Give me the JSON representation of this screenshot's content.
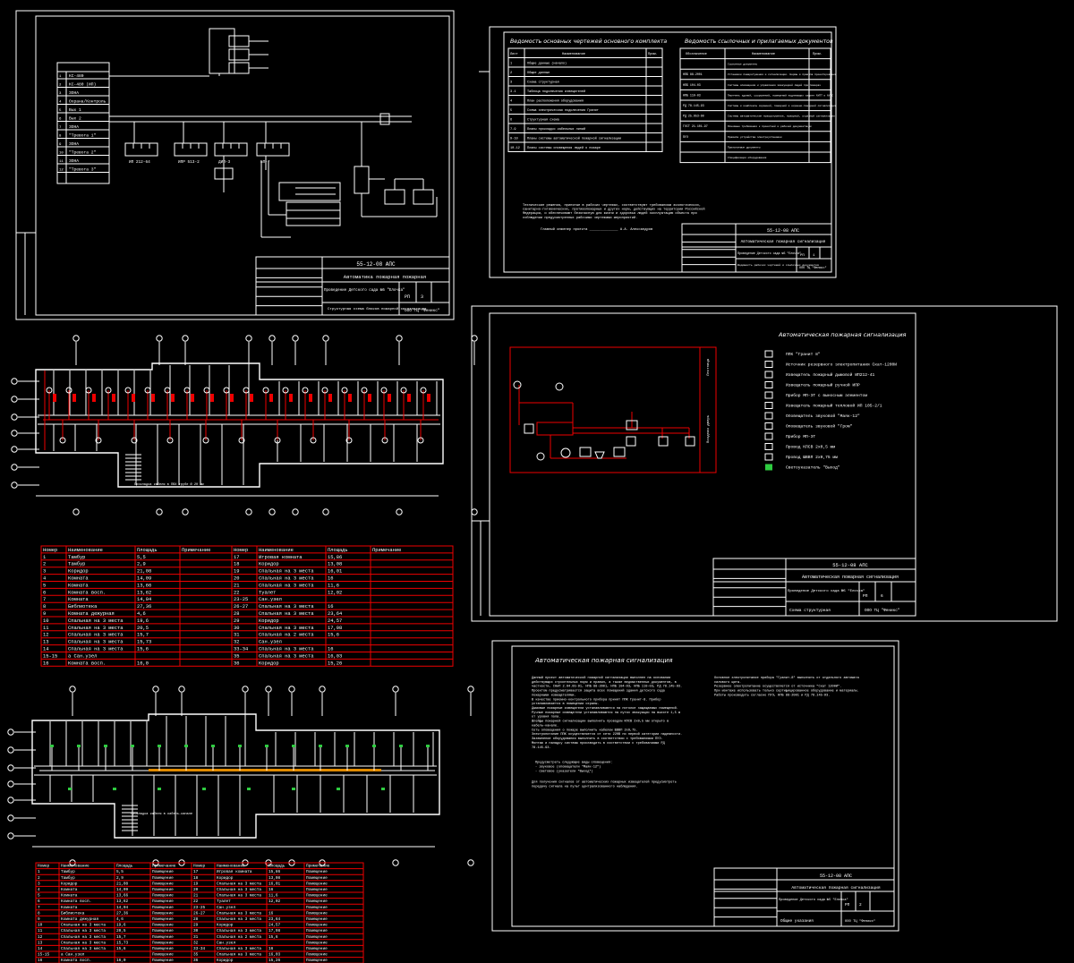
{
  "sheets": {
    "scheme": {
      "code": "55-12-08 АПС",
      "title": "Автоматика пожарная пожарная",
      "object": "Проведение Детского сада №5 \"Елочка\"",
      "sheet_name": "Структурная схема блоков пожарной сигнализации",
      "org": "ООО ТЦ \"Феникс\"",
      "stage": "РП",
      "sheet": "3",
      "panel_lines": [
        "КС-480",
        "КС-480 (ИП)",
        "ЗОНА",
        "Охрана/Контроль",
        "Вых 1",
        "Вых 2",
        "ЗОНА",
        "\"Тревога 1\"",
        "ЗОНА",
        "\"Тревога 2\"",
        "ЗОНА",
        "\"Тревога 3\""
      ],
      "device_labels": [
        "ИП 212-64",
        "ИПР 513-2",
        "ДИП-3",
        "БП-7"
      ]
    },
    "docs": {
      "left_title": "Ведомость основных чертежей основного комплекта",
      "right_title": "Ведомость ссылочных и прилагаемых документов",
      "left_header": [
        "Лист",
        "Наименование",
        "Прим."
      ],
      "left_rows": [
        [
          "1",
          "Общие данные (начало)"
        ],
        [
          "2",
          "Общие данные"
        ],
        [
          "3",
          "Схема структурная"
        ],
        [
          "3.1",
          "Таблица подключения извещателей"
        ],
        [
          "4",
          "План расположения оборудования"
        ],
        [
          "5",
          "Схема электрическая подключения Гранит"
        ],
        [
          "6",
          "Структурная схема"
        ],
        [
          "7-9",
          "Планы прокладки кабельных линий"
        ],
        [
          "9-10",
          "Планы системы автоматической пожарной сигнализации"
        ],
        [
          "10-12",
          "Планы системы оповещения людей о пожаре"
        ]
      ],
      "right_header": [
        "Обозначение",
        "Наименование",
        "Прим."
      ],
      "right_rows": [
        [
          "",
          "Ссылочные документы"
        ],
        [
          "НПБ 88-2001",
          "Установки пожаротушения и сигнализации. Нормы и правила проектирования"
        ],
        [
          "НПБ 104-03",
          "Системы оповещения и управления эвакуацией людей при пожарах"
        ],
        [
          "НПБ 110-03",
          "Перечень зданий, сооружений, помещений подлежащих защите АУПТ и АУПС"
        ],
        [
          "РД 78.145-93",
          "Системы и комплексы охранной, пожарной и охранно-пожарной сигнализации"
        ],
        [
          "РД 25.953-90",
          "Системы автоматические пожаротушения, пожарной, охранной сигнализации"
        ],
        [
          "ГОСТ 21.101-97",
          "Основные требования к проектной и рабочей документации"
        ],
        [
          "ПУЭ",
          "Правила устройства электроустановок"
        ],
        [
          "",
          "Прилагаемые документы"
        ],
        [
          "",
          "Спецификация оборудования"
        ]
      ],
      "note": "Технические решения, принятые в рабочих чертежах, соответствуют требованиям экологических, санитарно-гигиенических, противопожарных и других норм, действующих на территории Российской Федерации, и обеспечивают безопасную для жизни и здоровья людей эксплуатацию объекта при соблюдении предусмотренных рабочими чертежами мероприятий.",
      "signature": "Главный инженер проекта ______________ А.А. Александров",
      "code": "55-12-08 АПС",
      "title": "Автоматическая пожарная сигнализация",
      "object": "Проведение Детского сада №5 \"Елочка\"",
      "sheet_name": "Ведомость рабочих чертежей и ссылочных документов",
      "org": "ООО ТЦ \"Феникс\"",
      "stage": "РП",
      "sheet": "1"
    },
    "legend": {
      "title": "Автоматическая пожарная сигнализация",
      "items": [
        "ППК \"Гранит 8\"",
        "Источник резервного электропитания Скат-1200И",
        "Извещатель пожарный дымовой ИП212-41",
        "Извещатель пожарный ручной ИПР",
        "Прибор МП-ЭТ с выносным элементом",
        "Извещатель пожарный тепловой ИП 105-2/1",
        "Оповещатель звуковой \"Маяк-12\"",
        "Оповещатель звуковой \"Гром\"",
        "Прибор МП-ЭТ",
        "Провод КПСВ 2х0,5 мм",
        "Провод ШВВП 2х0,75 мм",
        "Светоуказатель \"Выход\""
      ],
      "side_texts": [
        "Лестница",
        "Входная дверь"
      ],
      "code": "55-12-08 АПС",
      "object": "Проведение Детского сада №5 \"Елочка\"",
      "sheet_name": "Схема структурная",
      "org": "ООО ТЦ \"Феникс\"",
      "stage": "РП",
      "sheet": "6"
    },
    "general": {
      "title": "Автоматическая пожарная сигнализация",
      "col1": [
        "Данный проект автоматической пожарной сигнализации выполнен на основании действующих строительных норм и правил, а также ведомственных документов, в частности, СНиП 2.04.05-91, НПБ 88-2001, НПБ 104-03, НПБ 110-03, РД 78.145-93.",
        "Проектом предусматривается защита всех помещений здания детского сада пожарными извещателями.",
        "В качестве приемно-контрольного прибора принят ППК Гранит-8. Прибор устанавливается в помещении охраны.",
        "Дымовые пожарные извещатели устанавливаются на потолке защищаемых помещений.",
        "Ручные пожарные извещатели устанавливаются на путях эвакуации на высоте 1,5 м от уровня пола.",
        "Шлейфы пожарной сигнализации выполнить проводом КПСВ 2х0,5 мм открыто в кабель-канале.",
        "Сеть оповещения о пожаре выполнить кабелем ШВВП 2х0,75.",
        "Электропитание ППК осуществляется от сети 220В по первой категории надежности.",
        "Заземление оборудования выполнить в соответствии с требованиями ПУЭ.",
        "Монтаж и наладку системы производить в соответствии с требованиями РД 78.145-93."
      ],
      "col2": [
        "Основное электропитание прибора \"Гранит-8\" выполнить от отдельного автомата силового щита.",
        "Резервное электропитание осуществляется от источника \"Скат 1200И\".",
        "При монтаже использовать только сертифицированное оборудование и материалы.",
        "Работы производить согласно ПУЭ, НПБ 88-2001 и РД 78.145-93."
      ],
      "list_title": "Предусмотреть следующие виды оповещения:",
      "list": [
        "- звуковое (оповещатели \"Маяк-12\")",
        "- световое (указатели \"Выход\")"
      ],
      "bottom": "Для получения сигналов от автоматических пожарных извещателей предусмотреть передачу сигнала на пульт централизованного наблюдения.",
      "code": "55-12-08 АПС",
      "object": "Проведение Детского сада №5 \"Елочка\"",
      "sheet_name": "Общие указания",
      "org": "ООО ТЦ \"Феникс\"",
      "stage": "РП",
      "sheet": "2"
    }
  },
  "rooms_table": {
    "header": [
      "Номер",
      "Наименование",
      "Площадь",
      "Примечание",
      "Номер",
      "Наименование",
      "Площадь",
      "Примечание"
    ],
    "rows": [
      [
        "1",
        "Тамбур",
        "5,5",
        "",
        "17",
        "Игровая комната",
        "15,86",
        ""
      ],
      [
        "2",
        "Тамбур",
        "2,9",
        "",
        "18",
        "Коридор",
        "13,08",
        ""
      ],
      [
        "3",
        "Коридор",
        "21,08",
        "",
        "19",
        "Спальная на 3 места",
        "16,01",
        ""
      ],
      [
        "4",
        "Комната",
        "14,09",
        "",
        "20",
        "Спальная на 3 места",
        "16",
        ""
      ],
      [
        "5",
        "Комната",
        "13,66",
        "",
        "21",
        "Спальная на 3 места",
        "11,6",
        ""
      ],
      [
        "6",
        "Комната восп.",
        "13,62",
        "",
        "22",
        "Туалет",
        "12,02",
        ""
      ],
      [
        "7",
        "Комната",
        "14,04",
        "",
        "23-25",
        "Сан.узел",
        "",
        ""
      ],
      [
        "8",
        "Библиотека",
        "27,36",
        "",
        "26-27",
        "Спальная на 3 места",
        "16",
        ""
      ],
      [
        "9",
        "Комната дежурная",
        "4,6",
        "",
        "28",
        "Спальная на 3 места",
        "23,64",
        ""
      ],
      [
        "10",
        "Спальная на 3 места",
        "19,6",
        "",
        "29",
        "Коридор",
        "24,57",
        ""
      ],
      [
        "11",
        "Спальная на 3 места",
        "20,5",
        "",
        "30",
        "Спальная на 3 места",
        "17,98",
        ""
      ],
      [
        "12",
        "Спальная на 3 места",
        "15,7",
        "",
        "31",
        "Спальная на 2 места",
        "15,6",
        ""
      ],
      [
        "13",
        "Спальная на 3 места",
        "15,73",
        "",
        "32",
        "Сан.узел",
        "",
        ""
      ],
      [
        "14",
        "Спальная на 3 места",
        "15,6",
        "",
        "33-34",
        "Спальная на 3 места",
        "16",
        ""
      ],
      [
        "15-15",
        "а Сан.узел",
        "",
        "",
        "35",
        "Спальная на 3 места",
        "16,03",
        ""
      ],
      [
        "16",
        "Комната восп.",
        "16,0",
        "",
        "36",
        "Коридор",
        "15,26",
        ""
      ]
    ]
  },
  "rooms_table2": {
    "header": [
      "Номер",
      "Наименование",
      "Площадь",
      "Примечание",
      "Номер",
      "Наименование",
      "Площадь",
      "Примечание"
    ],
    "note_text": "Помещение",
    "rows": [
      [
        "1",
        "Тамбур",
        "5,5",
        "17",
        "Игровая комната",
        "15,86"
      ],
      [
        "2",
        "Тамбур",
        "2,9",
        "18",
        "Коридор",
        "13,08"
      ],
      [
        "3",
        "Коридор",
        "21,08",
        "19",
        "Спальная на 3 места",
        "16,01"
      ],
      [
        "4",
        "Комната",
        "14,09",
        "20",
        "Спальная на 3 места",
        "16"
      ],
      [
        "5",
        "Комната",
        "13,66",
        "21",
        "Спальная на 3 места",
        "11,6"
      ],
      [
        "6",
        "Комната восп.",
        "13,62",
        "22",
        "Туалет",
        "12,02"
      ],
      [
        "7",
        "Комната",
        "14,04",
        "23-25",
        "Сан.узел",
        ""
      ],
      [
        "8",
        "Библиотека",
        "27,36",
        "26-27",
        "Спальная на 3 места",
        "16"
      ],
      [
        "9",
        "Комната дежурная",
        "4,6",
        "28",
        "Спальная на 3 места",
        "23,64"
      ],
      [
        "10",
        "Спальная на 3 места",
        "19,6",
        "29",
        "Коридор",
        "24,57"
      ],
      [
        "11",
        "Спальная на 3 места",
        "20,5",
        "30",
        "Спальная на 3 места",
        "17,98"
      ],
      [
        "12",
        "Спальная на 3 места",
        "15,7",
        "31",
        "Спальная на 2 места",
        "15,6"
      ],
      [
        "13",
        "Спальная на 3 места",
        "15,73",
        "32",
        "Сан.узел",
        ""
      ],
      [
        "14",
        "Спальная на 3 места",
        "15,6",
        "33-34",
        "Спальная на 3 места",
        "16"
      ],
      [
        "15-15",
        "а Сан.узел",
        "",
        "35",
        "Спальная на 3 места",
        "16,03"
      ],
      [
        "16",
        "Комната восп.",
        "16,0",
        "36",
        "Коридор",
        "15,26"
      ]
    ]
  },
  "plans": {
    "plan1_note": "Прокладка кабеля в ПВХ трубе Ø 20 мм",
    "plan2_note": "Прокладка кабеля в кабель-канале"
  }
}
